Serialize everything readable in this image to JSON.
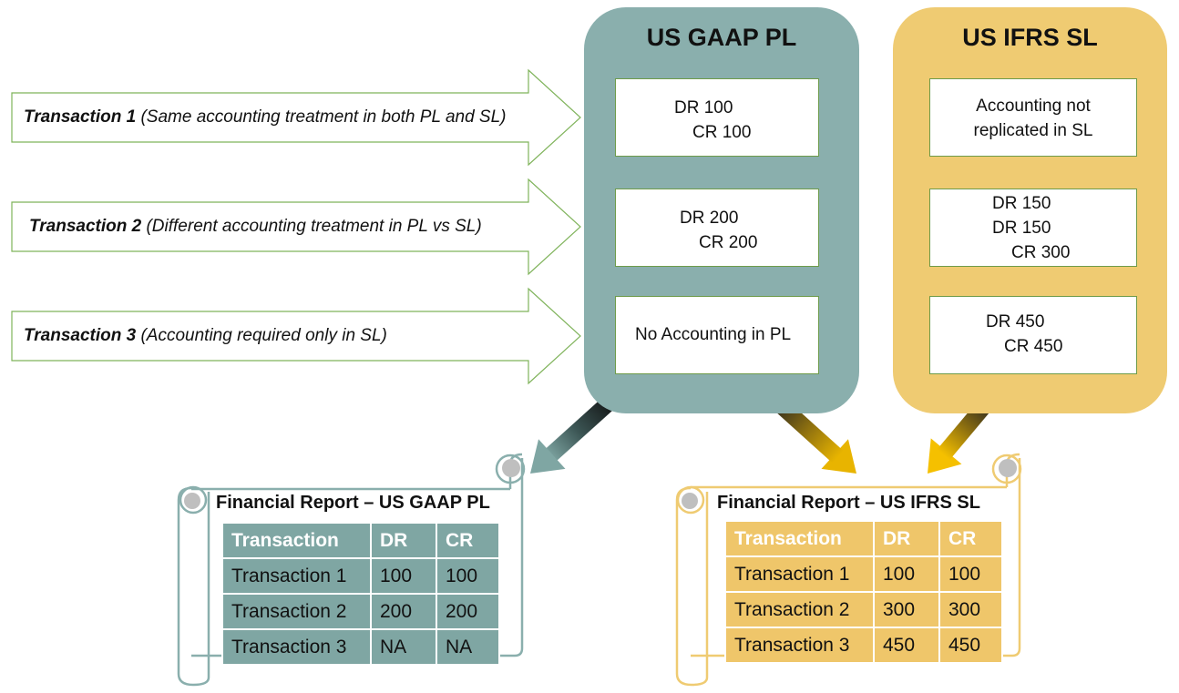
{
  "transactions": [
    {
      "name": "Transaction 1",
      "desc": "(Same accounting treatment in both PL and SL)"
    },
    {
      "name": "Transaction 2",
      "desc": "(Different accounting treatment in PL vs SL)"
    },
    {
      "name": "Transaction 3",
      "desc": "(Accounting required only in SL)"
    }
  ],
  "pl": {
    "title": "US GAAP PL",
    "boxes": [
      {
        "line1": "DR 100",
        "line2": "CR  100"
      },
      {
        "line1": "DR  200",
        "line2": "CR  200"
      },
      {
        "line1": "No Accounting in PL"
      }
    ]
  },
  "sl": {
    "title": "US IFRS SL",
    "boxes": [
      {
        "line1": "Accounting not",
        "line2": "replicated in SL"
      },
      {
        "line1": "DR  150",
        "line2": "DR  150",
        "line3": "CR  300"
      },
      {
        "line1": "DR 450",
        "line2": "CR  450"
      }
    ]
  },
  "reports": {
    "gaap": {
      "title": "Financial Report – US GAAP PL",
      "headers": [
        "Transaction",
        "DR",
        "CR"
      ],
      "rows": [
        [
          "Transaction 1",
          "100",
          "100"
        ],
        [
          "Transaction 2",
          "200",
          "200"
        ],
        [
          "Transaction 3",
          "NA",
          "NA"
        ]
      ]
    },
    "ifrs": {
      "title": "Financial Report – US IFRS SL",
      "headers": [
        "Transaction",
        "DR",
        "CR"
      ],
      "rows": [
        [
          "Transaction 1",
          "100",
          "100"
        ],
        [
          "Transaction 2",
          "300",
          "300"
        ],
        [
          "Transaction 3",
          "450",
          "450"
        ]
      ]
    }
  },
  "colors": {
    "pl_panel": "#8aafad",
    "sl_panel": "#efcb72",
    "arrow_outline": "#7fb35a",
    "gaap_table": "#7fa6a3",
    "ifrs_table": "#efc66a"
  }
}
